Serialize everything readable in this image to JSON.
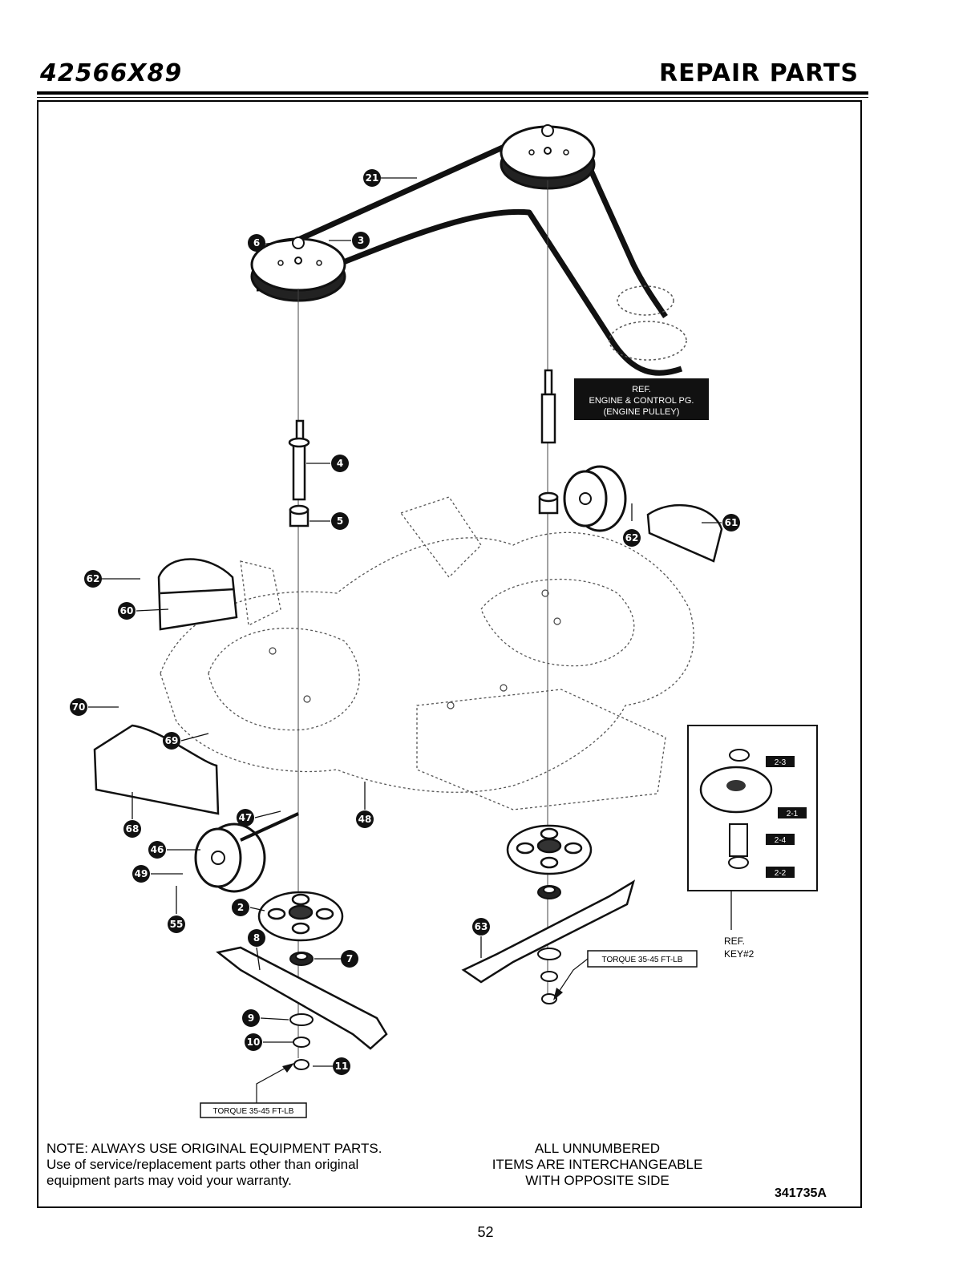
{
  "header": {
    "model": "42566X89",
    "title": "REPAIR PARTS"
  },
  "callouts": [
    "21",
    "6",
    "3",
    "4",
    "5",
    "62",
    "61",
    "62",
    "60",
    "70",
    "69",
    "68",
    "47",
    "48",
    "46",
    "49",
    "55",
    "2",
    "8",
    "7",
    "9",
    "10",
    "11",
    "63"
  ],
  "ref_engine": [
    "REF.",
    "ENGINE & CONTROL PG.",
    "(ENGINE PULLEY)"
  ],
  "torque_labels": [
    "TORQUE 35-45 FT-LB",
    "TORQUE 35-45 FT-LB"
  ],
  "inset": {
    "labels": [
      "2-3",
      "2-1",
      "2-4",
      "2-2"
    ],
    "ref": [
      "REF.",
      "KEY#2"
    ]
  },
  "notes": {
    "left": [
      "NOTE: ALWAYS USE ORIGINAL EQUIPMENT PARTS.",
      "Use of service/replacement parts other than original",
      "equipment parts may void your warranty."
    ],
    "center": [
      "ALL UNNUMBERED",
      "ITEMS ARE INTERCHANGEABLE",
      "WITH OPPOSITE SIDE"
    ]
  },
  "drawing_number": "341735A",
  "page_number": "52"
}
